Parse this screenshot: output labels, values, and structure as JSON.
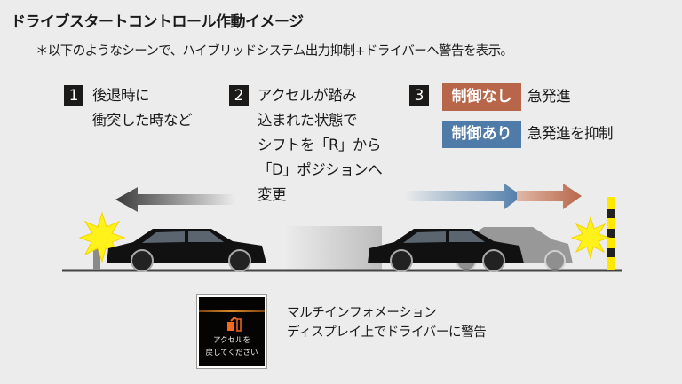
{
  "title": "ドライブスタートコントロール作動イメージ",
  "subtitle": "＊以下のようなシーンで、ハイブリッドシステム出力抑制+ドライバーへ警告を表示。",
  "scenarios": [
    {
      "number": "1",
      "lines": [
        "後退時に",
        "衝突した時など"
      ]
    },
    {
      "number": "2",
      "lines": [
        "アクセルが踏み",
        "込まれた状態で",
        "シフトを「R」から",
        "「D」ポジションへ",
        "変更"
      ]
    },
    {
      "number": "3",
      "rows": [
        {
          "badge": "制御なし",
          "text": "急発進",
          "color": "#b8664a"
        },
        {
          "badge": "制御あり",
          "text": "急発進を抑制",
          "color": "#4f7ba8"
        }
      ]
    }
  ],
  "display": {
    "lines": [
      "アクセルを",
      "戻してください"
    ]
  },
  "display_caption": [
    "マルチインフォメーション",
    "ディスプレイ上でドライバーに警告"
  ]
}
